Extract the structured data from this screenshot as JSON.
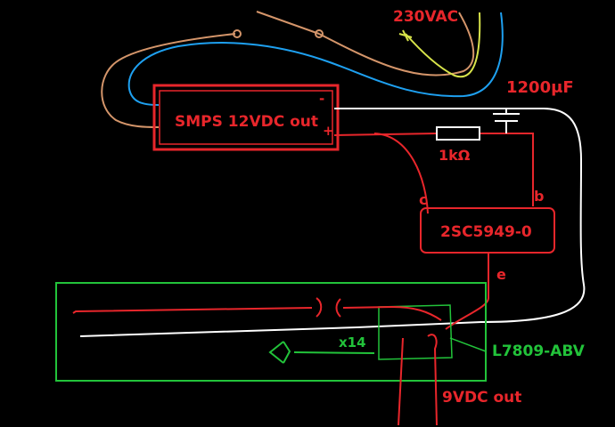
{
  "labels": {
    "mains": "230VAC",
    "smps": "SMPS 12VDC out",
    "smps_minus": "-",
    "smps_plus": "+",
    "capacitor": "1200μF",
    "resistor": "1kΩ",
    "transistor": "2SC5949-0",
    "pin_c": "c",
    "pin_b": "b",
    "pin_e": "e",
    "multiplier": "x14",
    "regulator": "L7809-ABV",
    "output": "9VDC out"
  },
  "colors": {
    "background": "#000000",
    "red": "#e8262b",
    "green": "#22c33a",
    "white": "#ffffff",
    "blue": "#1ea0f0",
    "orange": "#d4956a",
    "yellow": "#d7e34a"
  }
}
